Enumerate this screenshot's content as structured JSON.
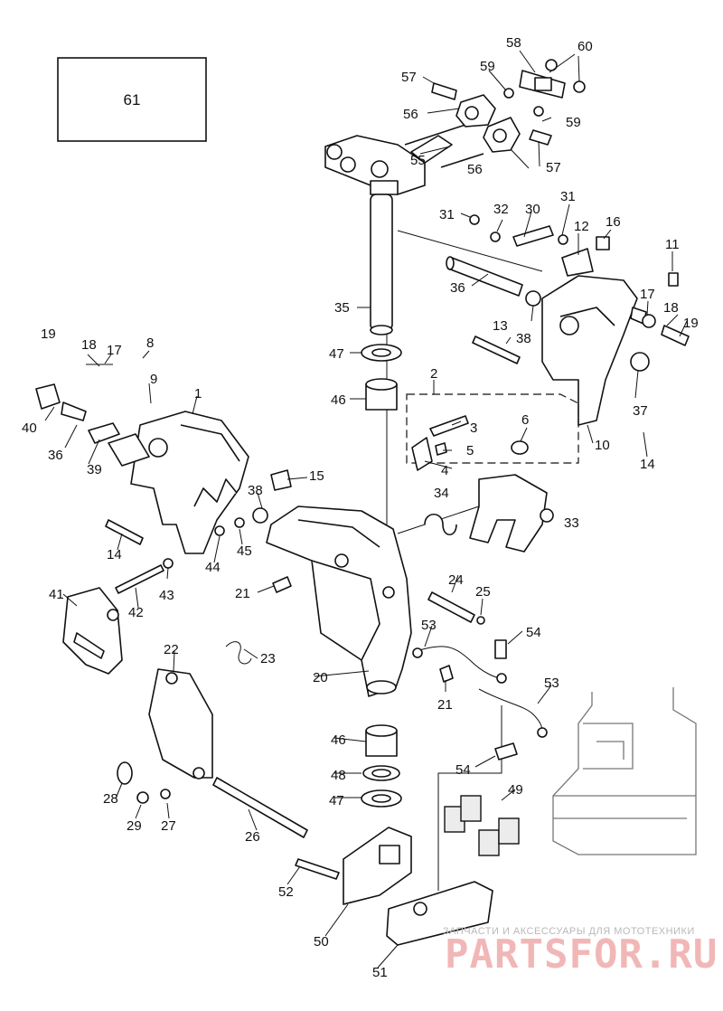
{
  "diagram": {
    "box_label": "61",
    "callouts": [
      "1",
      "2",
      "3",
      "4",
      "5",
      "6",
      "8",
      "9",
      "10",
      "11",
      "12",
      "13",
      "14",
      "14",
      "15",
      "16",
      "17",
      "17",
      "18",
      "18",
      "19",
      "19",
      "20",
      "21",
      "21",
      "22",
      "23",
      "24",
      "25",
      "26",
      "27",
      "28",
      "29",
      "30",
      "31",
      "31",
      "32",
      "33",
      "34",
      "35",
      "36",
      "36",
      "37",
      "38",
      "38",
      "39",
      "40",
      "41",
      "42",
      "43",
      "44",
      "45",
      "46",
      "46",
      "47",
      "47",
      "48",
      "49",
      "50",
      "51",
      "52",
      "53",
      "53",
      "54",
      "54",
      "55",
      "56",
      "56",
      "57",
      "57",
      "58",
      "59",
      "59",
      "60"
    ]
  },
  "watermark": {
    "caption": "ЗАПЧАСТИ И АКСЕССУАРЫ ДЛЯ МОТОТЕХНИКИ",
    "brand": "PARTSFOR.RU"
  }
}
